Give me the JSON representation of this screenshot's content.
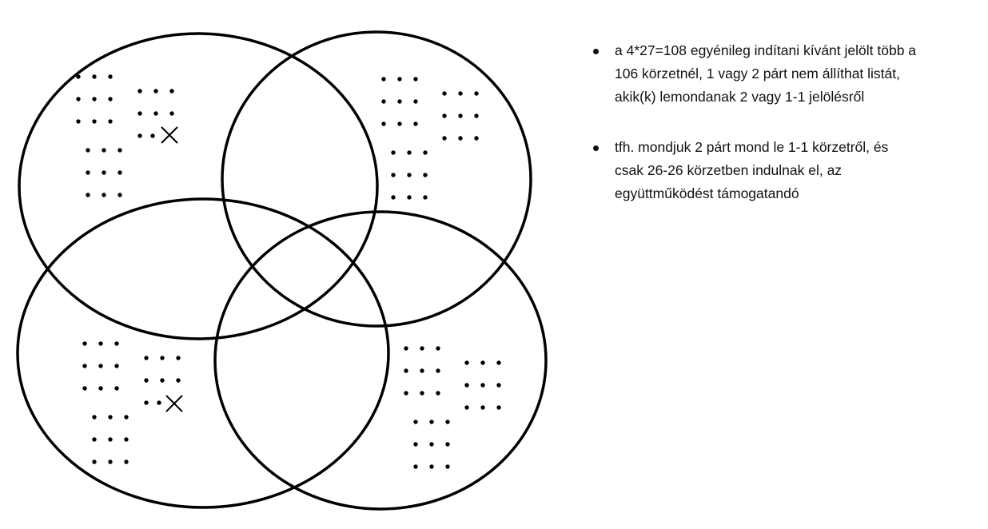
{
  "diagram": {
    "stroke_color": "#000000",
    "circles": [
      {
        "name": "top-left"
      },
      {
        "name": "top-right"
      },
      {
        "name": "bottom-left"
      },
      {
        "name": "bottom-right"
      }
    ],
    "cross_marks": [
      "X",
      "X"
    ]
  },
  "notes": [
    {
      "lines": [
        "a 4*27=108 egyénileg indítani kívánt jelölt több a",
        "106 körzetnél, 1 vagy 2 párt nem állíthat listát,",
        "akik(k) lemondanak 2 vagy 1-1 jelölésről"
      ]
    },
    {
      "lines": [
        "tfh. mondjuk 2 párt mond le 1-1 körzetről, és",
        "csak 26-26 körzetben indulnak el, az",
        "együttműködést támogatandó"
      ]
    }
  ]
}
